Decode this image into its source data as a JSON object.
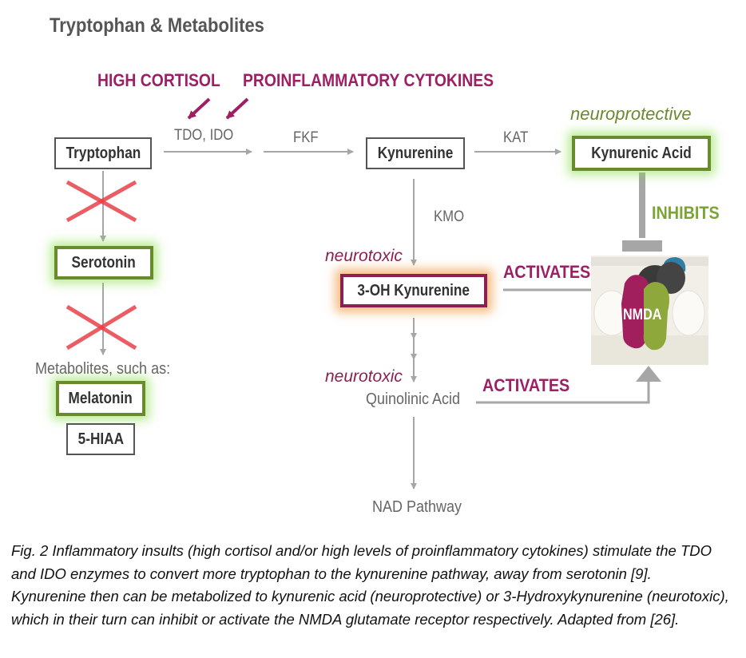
{
  "title": "Tryptophan & Metabolites",
  "triggers": {
    "cortisol": "HIGH CORTISOL",
    "cytokines": "PROINFLAMMATORY CYTOKINES"
  },
  "enzymes": {
    "tdo_ido": "TDO, IDO",
    "fkf": "FKF",
    "kat": "KAT",
    "kmo": "KMO"
  },
  "nodes": {
    "tryptophan": "Tryptophan",
    "kynurenine": "Kynurenine",
    "kynurenic_acid": "Kynurenic Acid",
    "serotonin": "Serotonin",
    "oh_kynurenine": "3-OH Kynurenine",
    "metabolites_label": "Metabolites, such as:",
    "melatonin": "Melatonin",
    "hiaa": "5-HIAA",
    "quinolinic_acid": "Quinolinic Acid",
    "nad_pathway": "NAD Pathway",
    "nmda": "NMDA"
  },
  "tags": {
    "neuroprotective": "neuroprotective",
    "neurotoxic_1": "neurotoxic",
    "neurotoxic_2": "neurotoxic"
  },
  "relations": {
    "inhibits": "INHIBITS",
    "activates_1": "ACTIVATES",
    "activates_2": "ACTIVATES"
  },
  "caption": "Fig. 2 Inflammatory insults (high cortisol and/or high levels of proinflammatory cytokines) stimulate the TDO and IDO enzymes to convert more tryptophan to the kynurenine pathway, away from serotonin [9]. Kynurenine then can be metabolized to kynurenic acid (neuroprotective) or 3-Hydroxykynurenine (neurotoxic), which in their turn can inhibit or activate the NMDA glutamate receptor respectively. Adapted from [26].",
  "colors": {
    "accent_magenta": "#9e1f63",
    "protective_green": "#7aa534",
    "glow_green": "#82dc3c",
    "glow_orange": "#f08c28",
    "arrow_gray": "#a6a6a6"
  }
}
